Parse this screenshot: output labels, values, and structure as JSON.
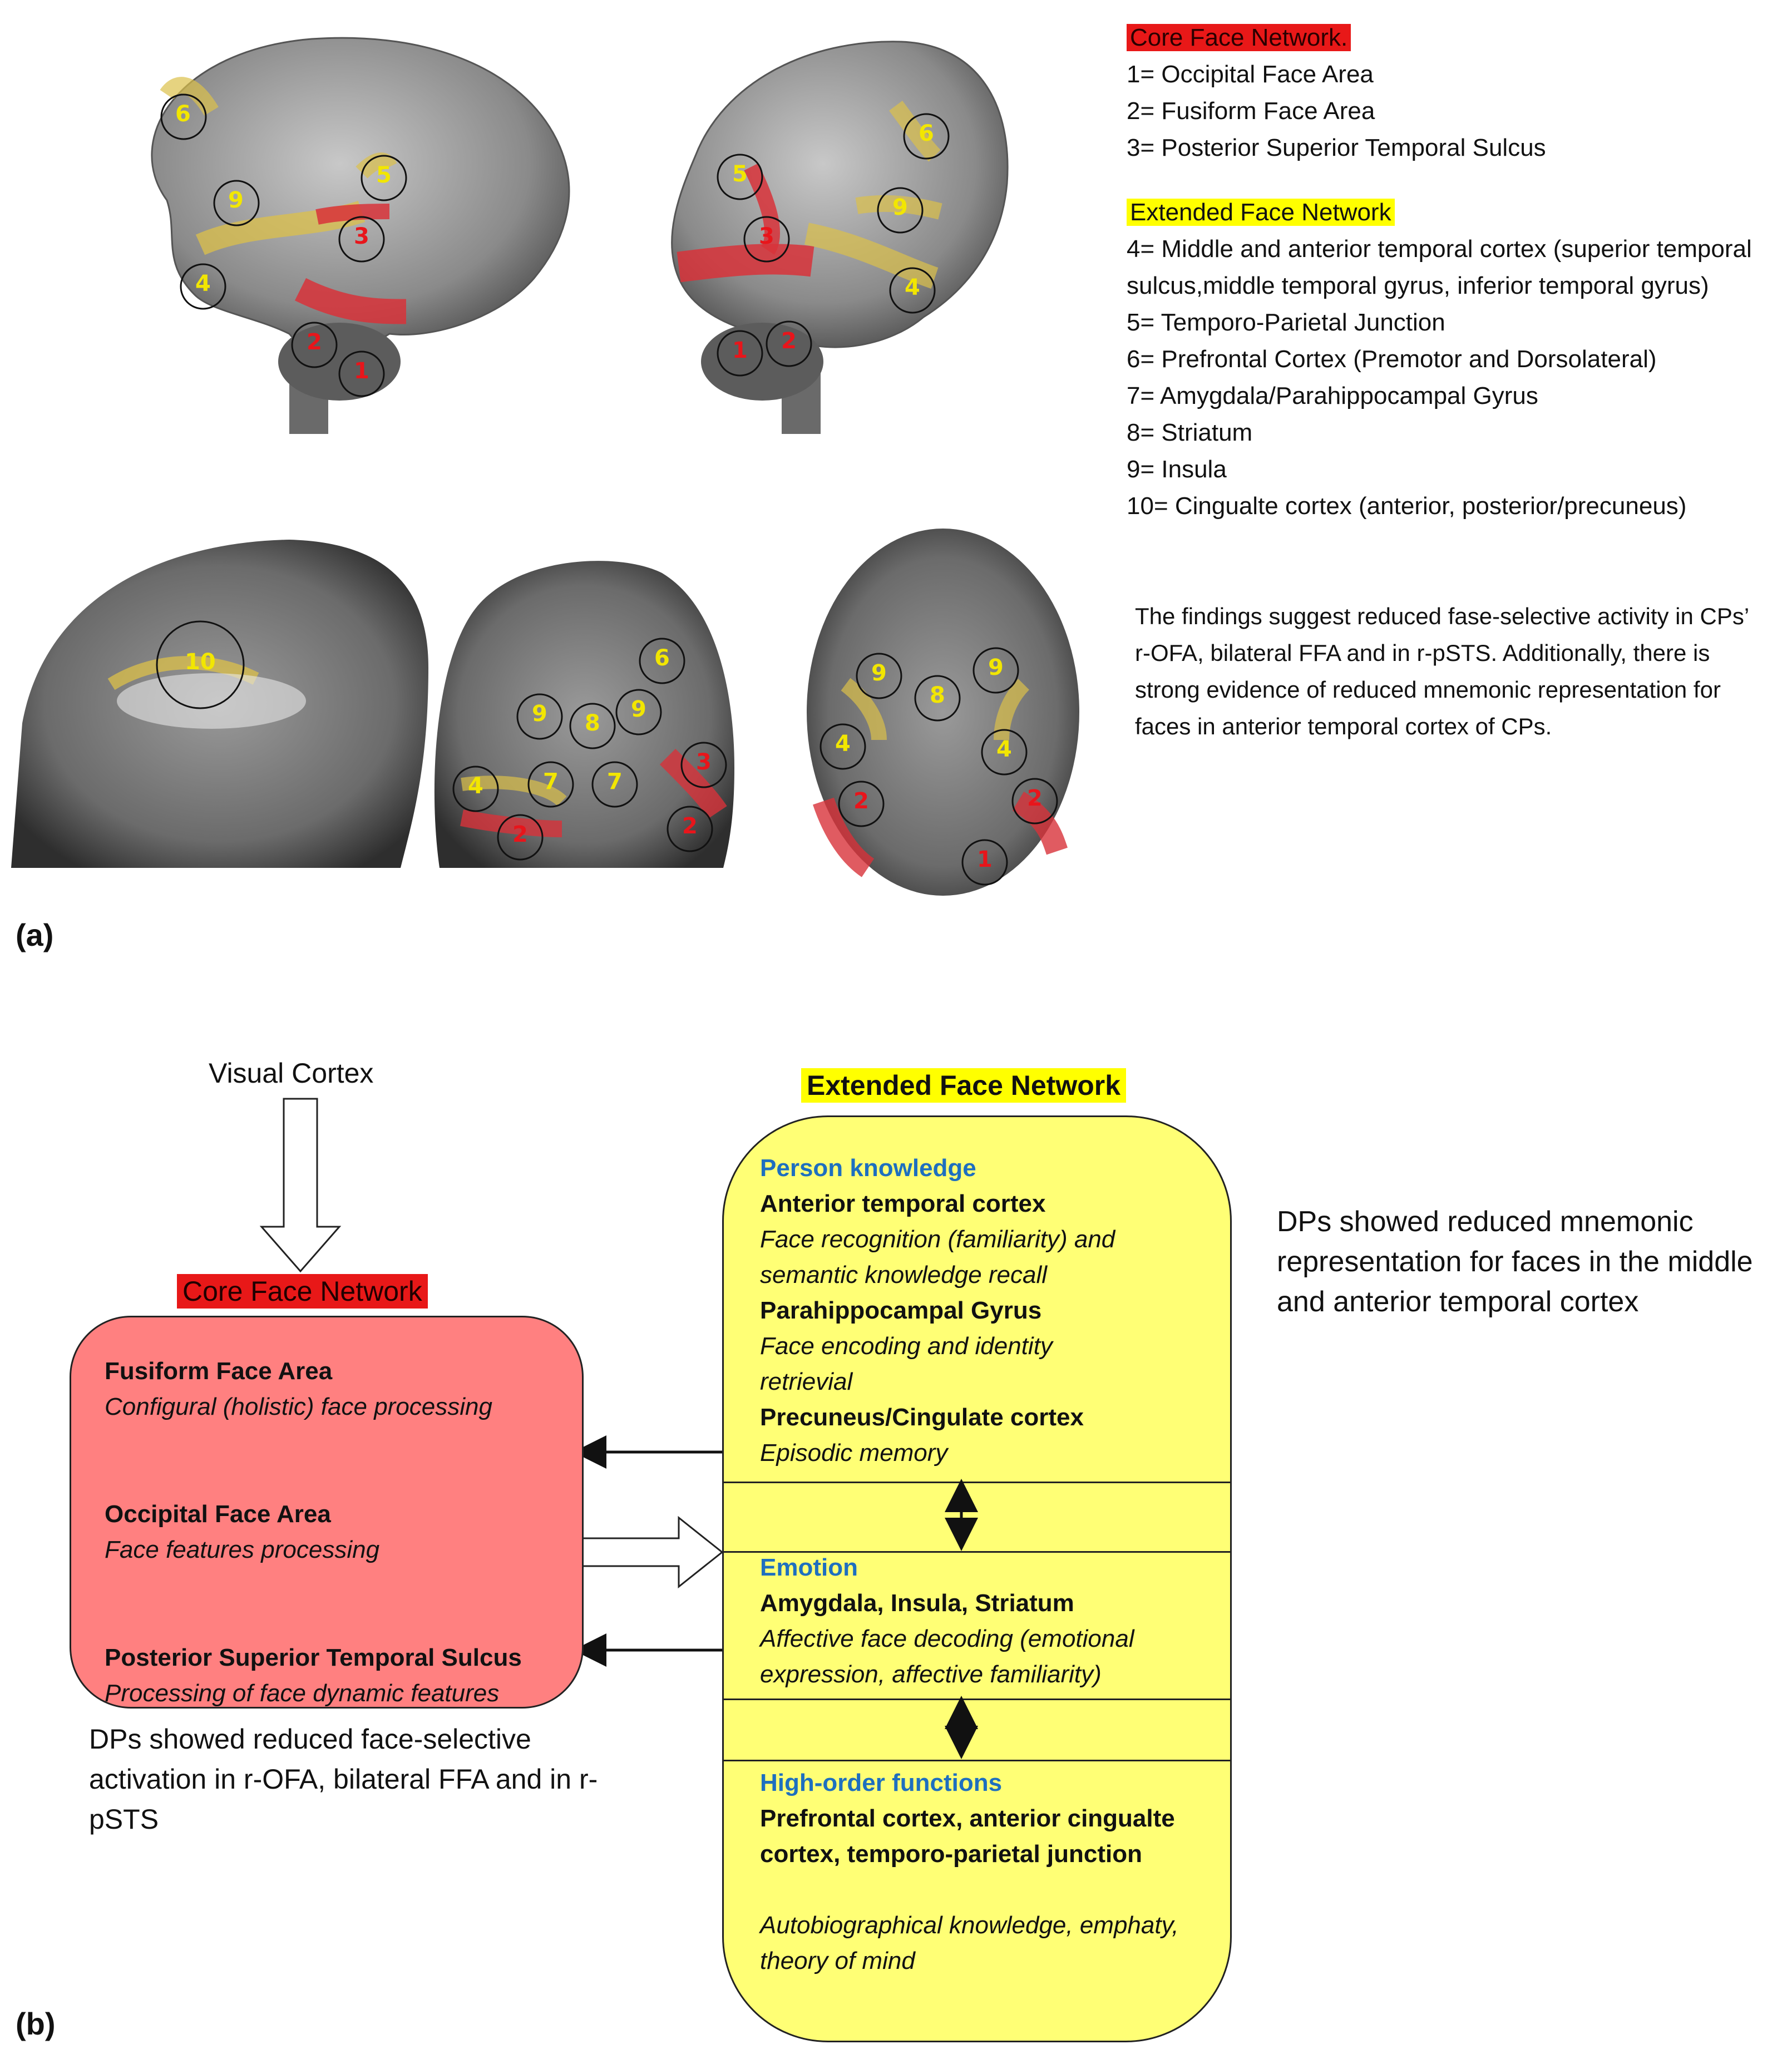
{
  "panel_a": {
    "label": "(a)",
    "core_title": "Core Face Network.",
    "core_items": [
      "1= Occipital Face Area",
      "2= Fusiform Face Area",
      "3= Posterior Superior Temporal Sulcus"
    ],
    "extended_title": "Extended Face Network",
    "extended_items": [
      "4= Middle and anterior temporal cortex (superior temporal sulcus,middle temporal gyrus, inferior temporal gyrus)",
      "5= Temporo-Parietal Junction",
      "6= Prefrontal Cortex (Premotor and Dorsolateral)",
      "7= Amygdala/Parahippocampal Gyrus",
      "8= Striatum",
      "9= Insula",
      "10= Cingualte cortex (anterior, posterior/precuneus)"
    ],
    "finding": "The findings suggest reduced fase-selective activity in CPs’ r-OFA, bilateral FFA and in r-pSTS. Additionally, there is strong evidence of reduced mnemonic representation for faces in anterior temporal cortex of CPs.",
    "brain_markers": {
      "left_lateral": [
        "6",
        "9",
        "5",
        "3",
        "4",
        "2",
        "1"
      ],
      "right_lateral": [
        "6",
        "5",
        "9",
        "3",
        "4",
        "1",
        "2"
      ],
      "sagittal": [
        "10"
      ],
      "coronal": [
        "6",
        "9",
        "8",
        "9",
        "3",
        "4",
        "7",
        "7",
        "2",
        "2"
      ],
      "axial": [
        "9",
        "8",
        "9",
        "4",
        "4",
        "2",
        "2",
        "1"
      ]
    }
  },
  "panel_b": {
    "label": "(b)",
    "visual_cortex": "Visual Cortex",
    "core_title": "Core Face Network",
    "core_box": {
      "ffa_title": "Fusiform Face Area",
      "ffa_desc": "Configural (holistic) face processing",
      "ofa_title": "Occipital Face Area",
      "ofa_desc": "Face features processing",
      "psts_title": "Posterior Superior Temporal Sulcus",
      "psts_desc": "Processing of face dynamic features"
    },
    "core_note": "DPs showed reduced face-selective activation in r-OFA, bilateral FFA and in r-pSTS",
    "extended_title": "Extended Face Network",
    "person_knowledge": {
      "header": "Person knowledge",
      "atc_title": "Anterior temporal cortex",
      "atc_desc": "Face recognition (familiarity) and semantic knowledge recall",
      "phg_title": "Parahippocampal Gyrus",
      "phg_desc": "Face encoding and identity retrievial",
      "pcc_title": "Precuneus/Cingulate cortex",
      "pcc_desc": "Episodic memory"
    },
    "emotion": {
      "header": "Emotion",
      "title": "Amygdala, Insula, Striatum",
      "desc": "Affective face decoding (emotional expression, affective familiarity)"
    },
    "high_order": {
      "header": "High-order functions",
      "title": "Prefrontal cortex, anterior cingualte cortex, temporo-parietal junction",
      "desc": "Autobiographical knowledge, emphaty, theory of mind"
    },
    "extended_note": "DPs showed reduced mnemonic representation for faces in the middle and anterior temporal cortex"
  },
  "colors": {
    "core_red": "#e81818",
    "core_box": "#ff8080",
    "extended_yellow": "#ffff00",
    "extended_box": "#ffff75",
    "section_blue": "#1e6fbf",
    "marker_red": "#e8151b",
    "marker_yellow": "#f2e600"
  }
}
